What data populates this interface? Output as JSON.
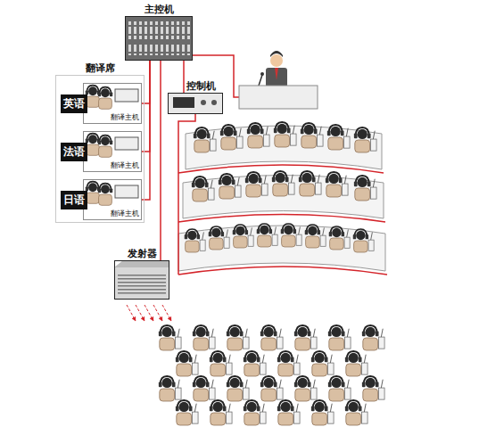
{
  "diagram": {
    "nodes": [
      {
        "text": [
          "主控机"
        ]
      },
      {
        "text": [
          "控制机"
        ]
      },
      {
        "text": [
          "翻译席"
        ]
      },
      {
        "text": [
          "英语",
          "翻译主机"
        ],
        "in": 2
      },
      {
        "text": [
          "法语",
          "翻译主机"
        ],
        "in": 2
      },
      {
        "text": [
          "日语",
          "翻译主机"
        ],
        "in": 2
      },
      {
        "text": [
          "发射器"
        ]
      }
    ],
    "edges": [
      {
        "from": 0,
        "to": 1,
        "arrow": "none"
      },
      {
        "from": 0,
        "to": 3,
        "arrow": "none"
      },
      {
        "from": 0,
        "to": 4,
        "arrow": "none"
      },
      {
        "from": 0,
        "to": 5,
        "arrow": "none"
      },
      {
        "from": 0,
        "to": 6,
        "arrow": "none"
      }
    ]
  }
}
